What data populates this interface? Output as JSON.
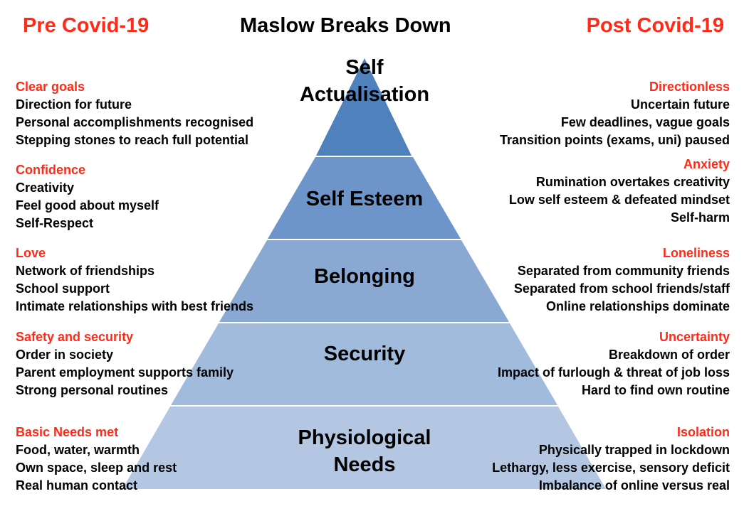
{
  "header": {
    "left": "Pre Covid-19",
    "center": "Maslow Breaks Down",
    "right": "Post Covid-19"
  },
  "colors": {
    "accent_red": "#ff2a17",
    "tier_colors": [
      "#4f81bd",
      "#6d95c9",
      "#89a9d3",
      "#a1bbdc",
      "#b3c7e3"
    ]
  },
  "pyramid": {
    "levels": [
      "Self\nActualisation",
      "Self Esteem",
      "Belonging",
      "Security",
      "Physiological\nNeeds"
    ]
  },
  "pre": [
    {
      "heading": "Clear goals",
      "items": [
        "Direction for future",
        "Personal accomplishments recognised",
        "Stepping stones to reach full potential"
      ]
    },
    {
      "heading": "Confidence",
      "items": [
        "Creativity",
        "Feel good about myself",
        "Self-Respect"
      ]
    },
    {
      "heading": "Love",
      "items": [
        "Network of friendships",
        "School support",
        "Intimate relationships with best friends"
      ]
    },
    {
      "heading": "Safety and security",
      "items": [
        "Order in society",
        "Parent employment supports family",
        "Strong personal routines"
      ]
    },
    {
      "heading": "Basic Needs met",
      "items": [
        "Food, water, warmth",
        "Own space, sleep and rest",
        "Real human contact"
      ]
    }
  ],
  "post": [
    {
      "heading": "Directionless",
      "items": [
        "Uncertain future",
        "Few deadlines, vague goals",
        "Transition points (exams, uni) paused"
      ]
    },
    {
      "heading": "Anxiety",
      "items": [
        "Rumination overtakes creativity",
        "Low self esteem & defeated mindset",
        "Self-harm"
      ]
    },
    {
      "heading": "Loneliness",
      "items": [
        "Separated from community friends",
        "Separated from school friends/staff",
        "Online relationships dominate"
      ]
    },
    {
      "heading": "Uncertainty",
      "items": [
        "Breakdown of order",
        "Impact of furlough & threat of job loss",
        "Hard to find own routine"
      ]
    },
    {
      "heading": "Isolation",
      "items": [
        "Physically trapped in lockdown",
        "Lethargy, less exercise, sensory deficit",
        "Imbalance of online versus real"
      ]
    }
  ]
}
